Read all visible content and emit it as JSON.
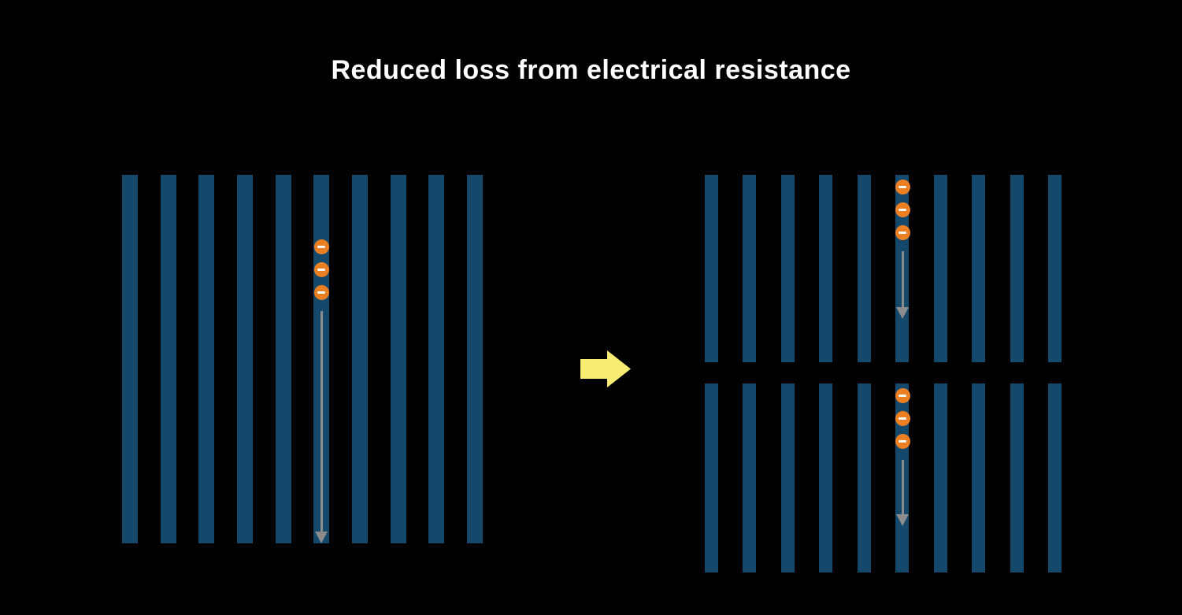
{
  "title": "Reduced loss from electrical resistance",
  "colors": {
    "background": "#000000",
    "bar": "#14496b",
    "electron": "#ec7f22",
    "electron_symbol": "#ffffff",
    "flow_arrow": "#8c8c8c",
    "transition_arrow": "#f8ec72",
    "title_text": "#ffffff"
  },
  "icons": {
    "electron": "minus-circle-icon",
    "flow": "down-arrow-icon",
    "transition": "right-arrow-icon"
  },
  "panels": [
    {
      "id": "left",
      "bar_count": 10,
      "electron_count": 3,
      "electron_bar": 6
    },
    {
      "id": "right-top",
      "bar_count": 10,
      "electron_count": 3,
      "electron_bar": 6
    },
    {
      "id": "right-bottom",
      "bar_count": 10,
      "electron_count": 3,
      "electron_bar": 6
    }
  ]
}
